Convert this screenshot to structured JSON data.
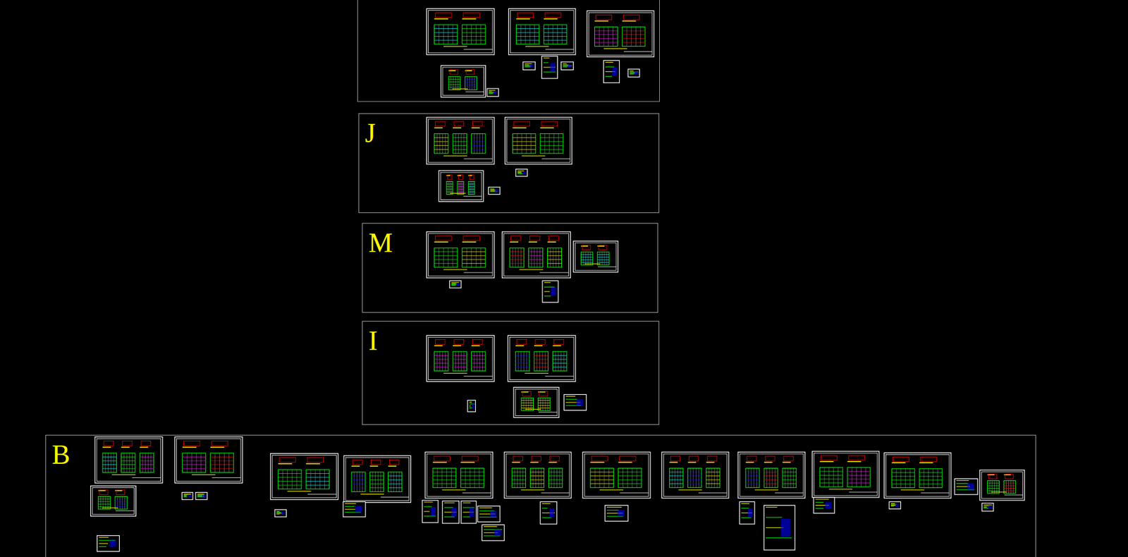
{
  "diagram": {
    "nodes": [
      {
        "text": [
          "J"
        ]
      },
      {
        "text": [
          "M"
        ]
      },
      {
        "text": [
          "I"
        ]
      },
      {
        "text": [
          "B"
        ]
      }
    ]
  }
}
